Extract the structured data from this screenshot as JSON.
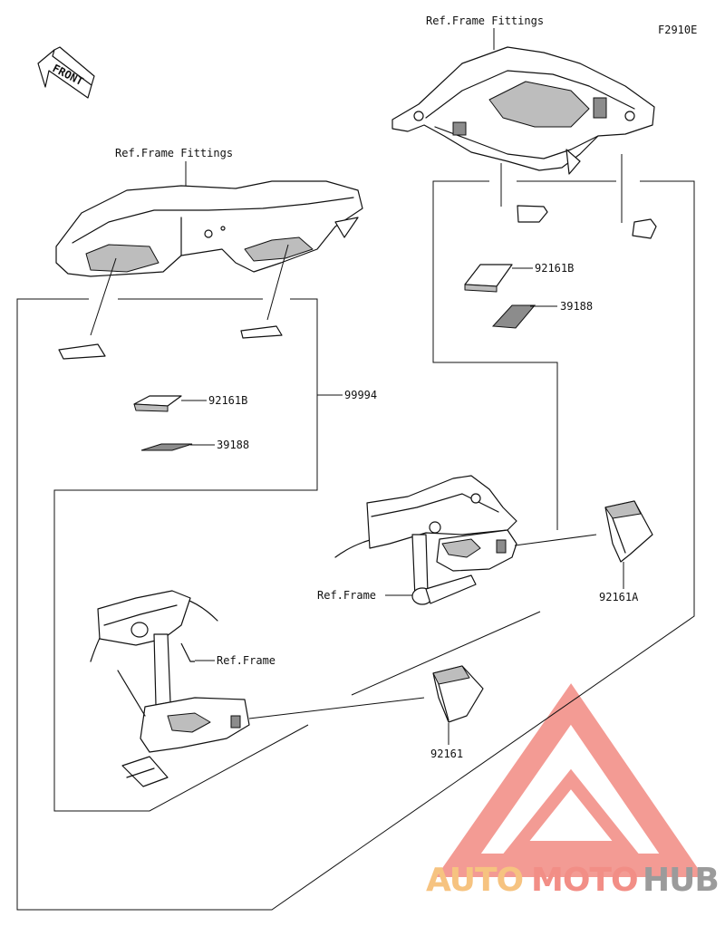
{
  "figure_code": "F2910E",
  "front_label": "FRONT",
  "labels": {
    "ref_frame_fittings_top": "Ref.Frame Fittings",
    "ref_frame_fittings_left": "Ref.Frame Fittings",
    "part_92161B_right": "92161B",
    "part_39188_right": "39188",
    "part_92161B_left": "92161B",
    "part_39188_left": "39188",
    "part_99994": "99994",
    "ref_frame_right": "Ref.Frame",
    "ref_frame_left": "Ref.Frame",
    "part_92161A": "92161A",
    "part_92161": "92161"
  },
  "watermark": {
    "word_1": "AUTO",
    "word_2": "MOTO",
    "word_3": "HUB",
    "colors": {
      "auto": "#f5b96a",
      "moto": "#f07b72",
      "hub": "#8a8a8a",
      "triangle": "#f28a82"
    }
  }
}
